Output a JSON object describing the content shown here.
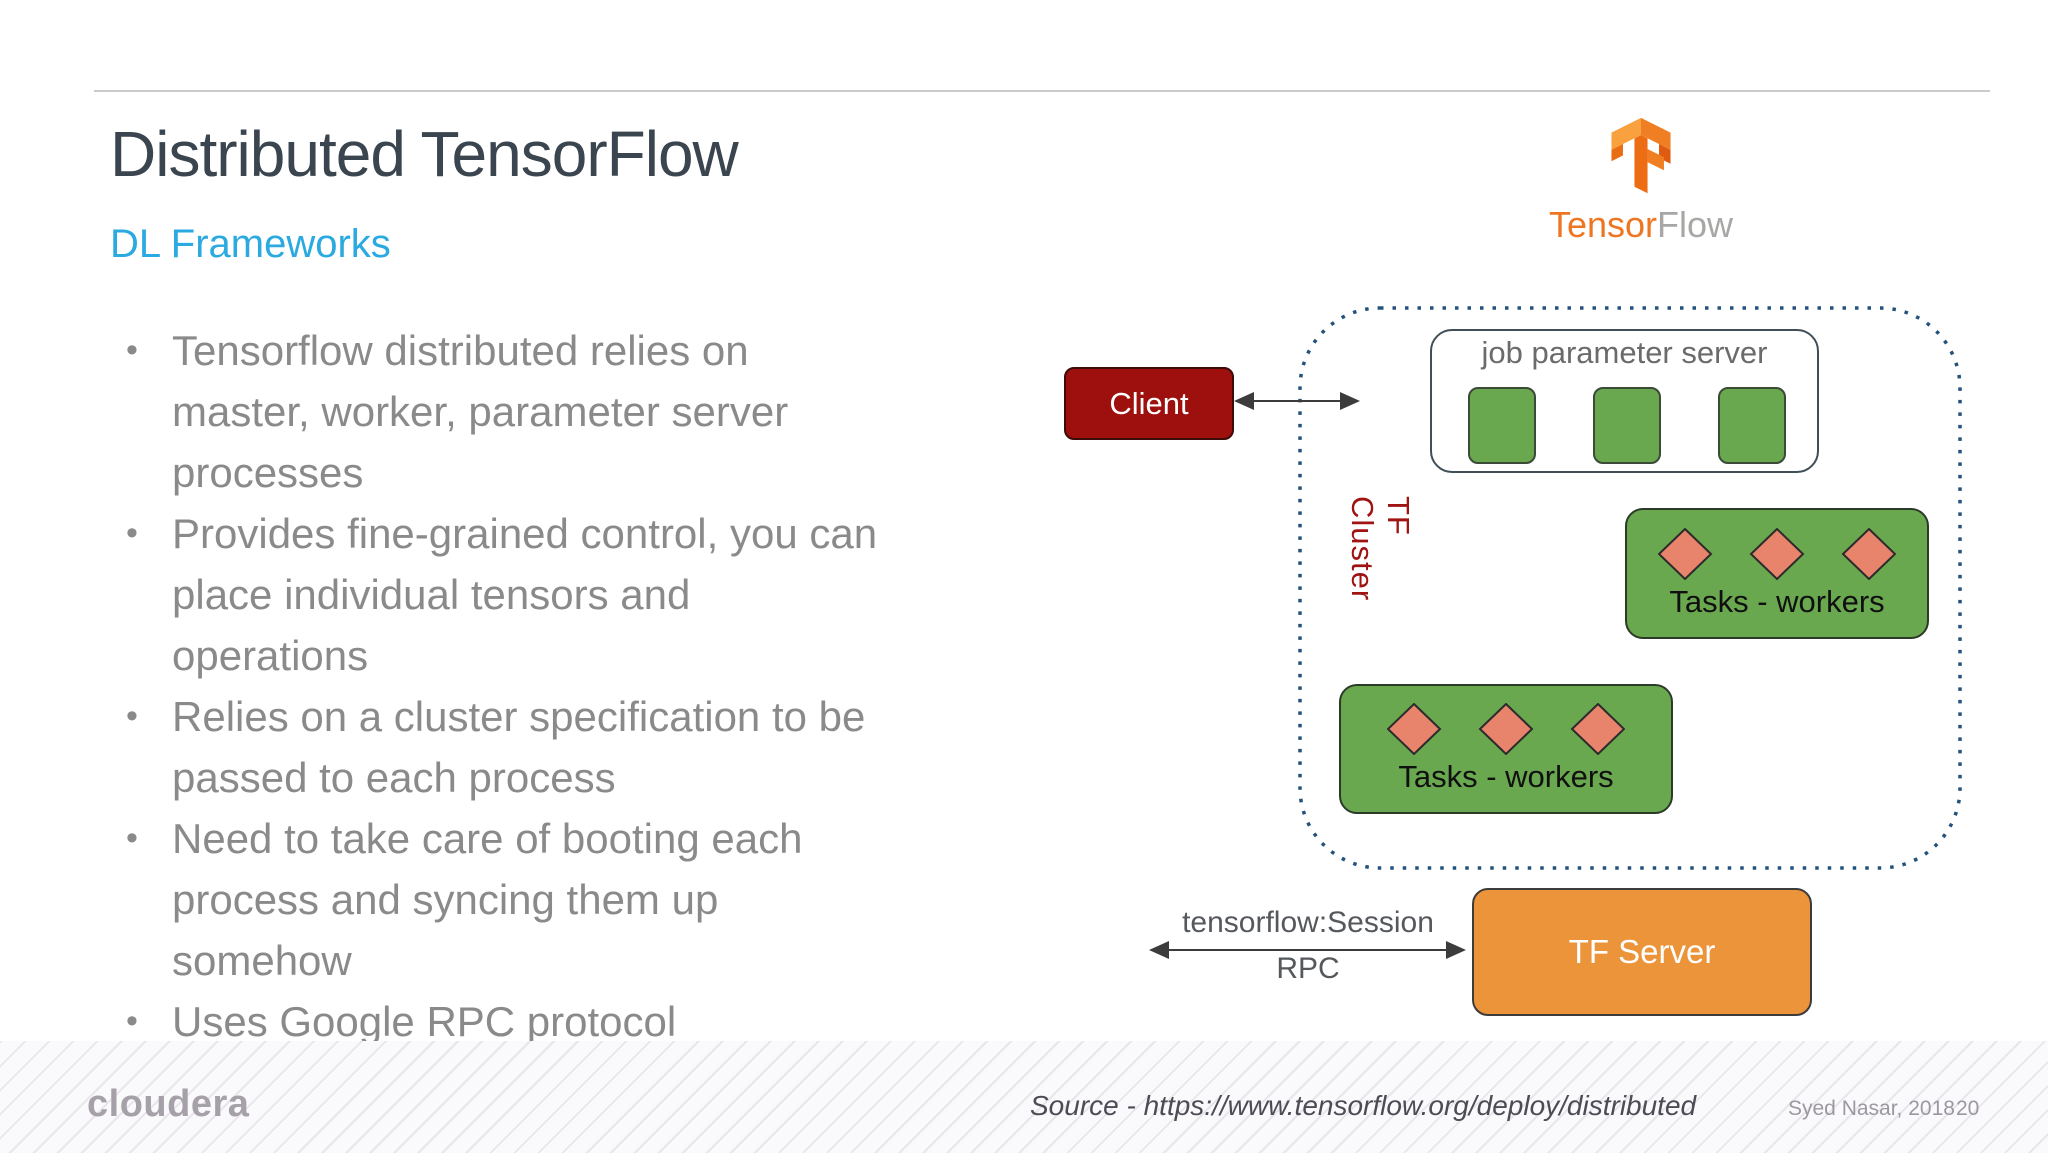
{
  "slide": {
    "title": "Distributed TensorFlow",
    "subtitle": "DL Frameworks",
    "bullets": [
      "Tensorflow distributed relies on\nmaster, worker, parameter server\nprocesses",
      "Provides fine-grained control, you can\nplace individual tensors and\noperations",
      "Relies on a cluster specification to be\npassed to each process",
      "Need to take care of booting each\nprocess and syncing them up\nsomehow",
      "Uses Google RPC protocol"
    ],
    "logo": {
      "word_orange": "Tensor",
      "word_gray": "Flow"
    },
    "diagram": {
      "client_label": "Client",
      "cluster_label": "TF Cluster",
      "param_server_label": "job parameter server",
      "tasks_top_label": "Tasks - workers",
      "tasks_bottom_label": "Tasks - workers",
      "session_line1": "tensorflow:Session",
      "session_line2": "RPC",
      "server_label": "TF Server"
    },
    "footer": {
      "brand": "cloudera",
      "source": "Source - https://www.tensorflow.org/deploy/distributed",
      "author": "Syed Nasar, 2018",
      "page": "20"
    },
    "colors": {
      "accent_blue": "#2aaae0",
      "client_red": "#9e100d",
      "cluster_text_red": "#9f1312",
      "dotted_navy": "#23527c",
      "green": "#6aa84f",
      "salmon": "#e8846b",
      "server_orange": "#eb9439",
      "bullet_gray": "#8a8a8a",
      "title_slate": "#3a454f"
    }
  }
}
